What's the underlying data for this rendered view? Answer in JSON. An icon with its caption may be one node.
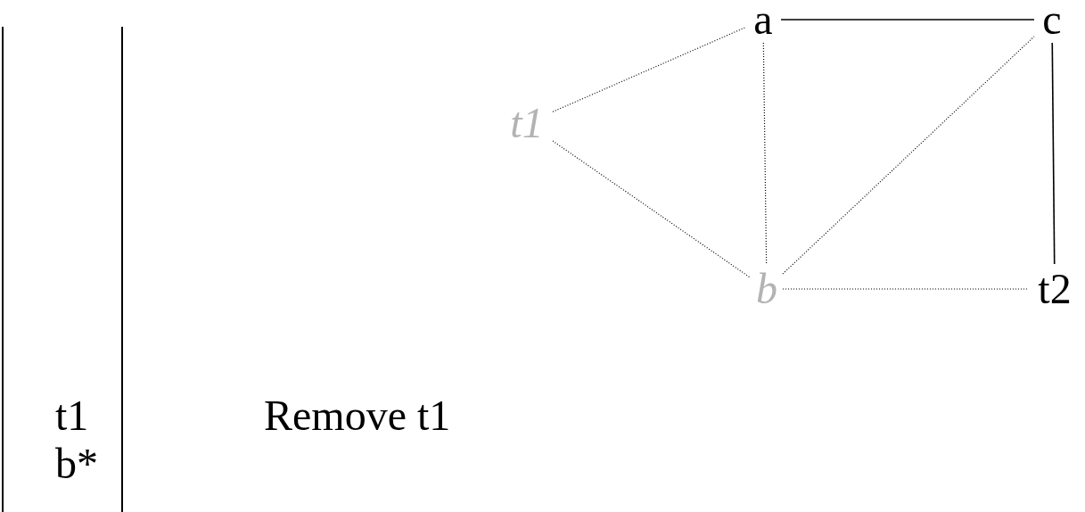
{
  "diagram": {
    "nodes": [
      {
        "text": [
          "a"
        ]
      },
      {
        "text": [
          "c"
        ]
      },
      {
        "text": [
          "t1"
        ]
      },
      {
        "text": [
          "b"
        ]
      },
      {
        "text": [
          "t2"
        ]
      }
    ],
    "edges": [
      {
        "from": 0,
        "to": 1,
        "arrow": "none"
      },
      {
        "from": 1,
        "to": 4,
        "arrow": "none"
      },
      {
        "from": 2,
        "to": 0,
        "arrow": "none",
        "style": "dashed"
      },
      {
        "from": 2,
        "to": 3,
        "arrow": "none",
        "style": "dashed"
      },
      {
        "from": 0,
        "to": 3,
        "arrow": "none",
        "style": "dashed"
      },
      {
        "from": 3,
        "to": 1,
        "arrow": "none",
        "style": "dashed"
      },
      {
        "from": 3,
        "to": 4,
        "arrow": "none",
        "style": "dashed"
      }
    ],
    "labels": [
      "t1",
      "b*",
      "Remove t1"
    ]
  }
}
